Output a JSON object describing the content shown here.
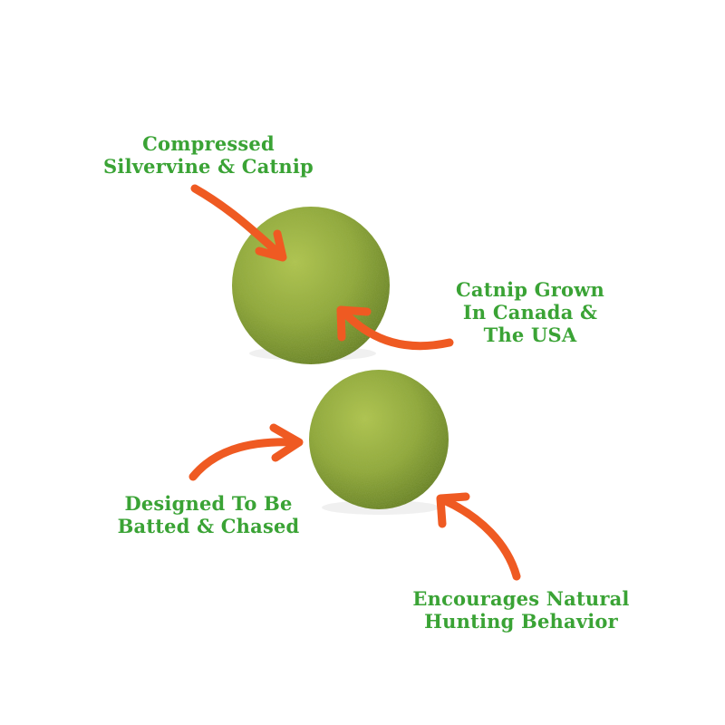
{
  "colors": {
    "text_green": "#3aa335",
    "arrow_orange": "#ef5a22",
    "ball_green": "#8fa83a",
    "ball_highlight": "#b2c752",
    "ball_shadow": "#5f7a1e"
  },
  "labels": {
    "top_left": {
      "line1": "Compressed",
      "line2": "Silvervine & Catnip"
    },
    "right": {
      "line1": "Catnip Grown",
      "line2": "In Canada &",
      "line3": "The USA"
    },
    "bottom_left": {
      "line1": "Designed To Be",
      "line2": "Batted & Chased"
    },
    "bottom_right": {
      "line1": "Encourages Natural",
      "line2": "Hunting Behavior"
    }
  },
  "icons": [
    "arrow-icon",
    "arrow-icon",
    "arrow-icon",
    "arrow-icon"
  ]
}
